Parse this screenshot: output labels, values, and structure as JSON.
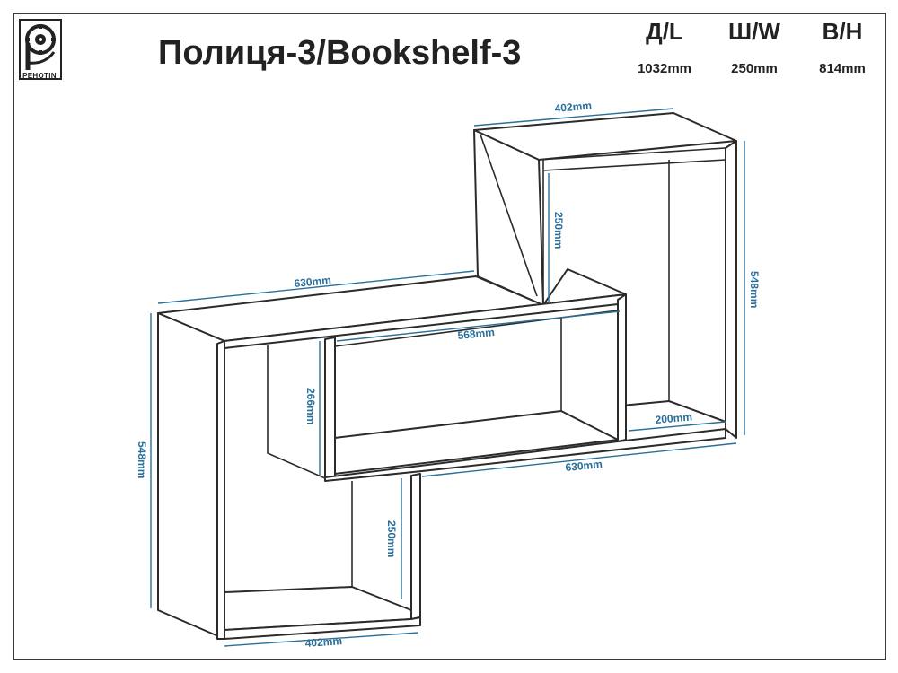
{
  "header": {
    "title": "Полиця-3/Bookshelf-3",
    "logo_text": "PEHOTIN",
    "logo_icon": "film-reel-p-logo-icon"
  },
  "specs": [
    {
      "label": "Д/L",
      "value": "1032mm"
    },
    {
      "label": "Ш/W",
      "value": "250mm"
    },
    {
      "label": "В/H",
      "value": "814mm"
    }
  ],
  "dimensions": {
    "top_width": "402mm",
    "top_depth": "250mm",
    "right_height": "548mm",
    "middle_width": "630mm",
    "inner_width": "568mm",
    "inner_height": "266mm",
    "right_niche_width": "200mm",
    "bottom_width": "630mm",
    "left_height": "548mm",
    "lower_depth": "250mm",
    "lower_width": "402mm"
  },
  "colors": {
    "outline": "#2b2b2b",
    "dimension": "#2a6f9a"
  }
}
